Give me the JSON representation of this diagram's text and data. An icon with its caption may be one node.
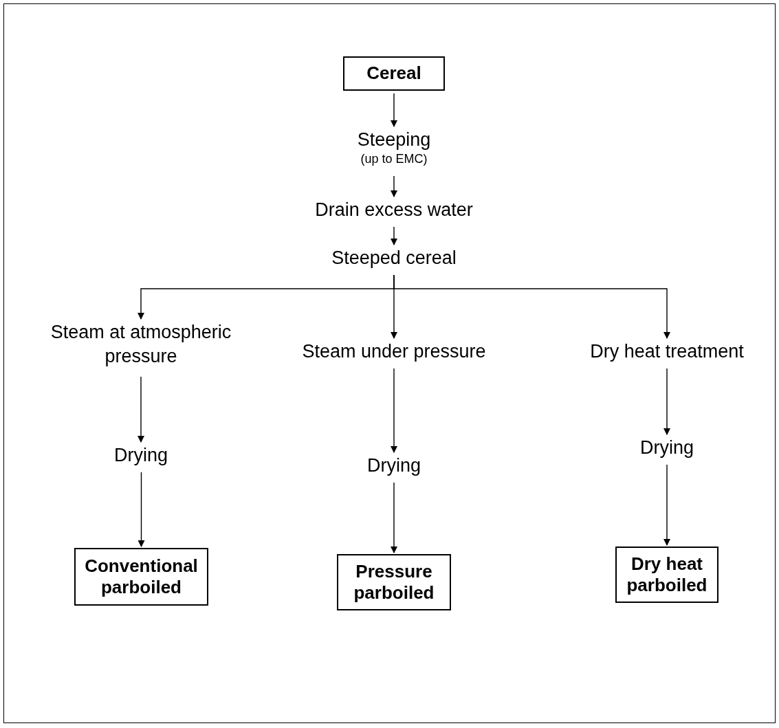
{
  "diagram": {
    "nodes": [
      {
        "text": [
          "Cereal"
        ]
      },
      {
        "text": [
          "Steeping",
          "(up to EMC)"
        ]
      },
      {
        "text": [
          "Drain excess water"
        ]
      },
      {
        "text": [
          "Steeped cereal"
        ]
      },
      {
        "text": [
          "Steam at atmospheric pressure"
        ]
      },
      {
        "text": [
          "Steam under pressure"
        ]
      },
      {
        "text": [
          "Dry heat treatment"
        ]
      },
      {
        "text": [
          "Drying"
        ]
      },
      {
        "text": [
          "Drying"
        ]
      },
      {
        "text": [
          "Drying"
        ]
      },
      {
        "text": [
          "Conventional parboiled"
        ]
      },
      {
        "text": [
          "Pressure parboiled"
        ]
      },
      {
        "text": [
          "Dry heat parboiled"
        ]
      }
    ],
    "edges": [
      {
        "from": 0,
        "to": 1,
        "arrow": "to"
      },
      {
        "from": 1,
        "to": 2,
        "arrow": "to"
      },
      {
        "from": 2,
        "to": 3,
        "arrow": "to"
      },
      {
        "from": 3,
        "to": 4,
        "arrow": "to"
      },
      {
        "from": 3,
        "to": 5,
        "arrow": "to"
      },
      {
        "from": 3,
        "to": 6,
        "arrow": "to"
      },
      {
        "from": 4,
        "to": 7,
        "arrow": "to"
      },
      {
        "from": 5,
        "to": 8,
        "arrow": "to"
      },
      {
        "from": 6,
        "to": 9,
        "arrow": "to"
      },
      {
        "from": 7,
        "to": 10,
        "arrow": "to"
      },
      {
        "from": 8,
        "to": 11,
        "arrow": "to"
      },
      {
        "from": 9,
        "to": 12,
        "arrow": "to"
      }
    ]
  }
}
